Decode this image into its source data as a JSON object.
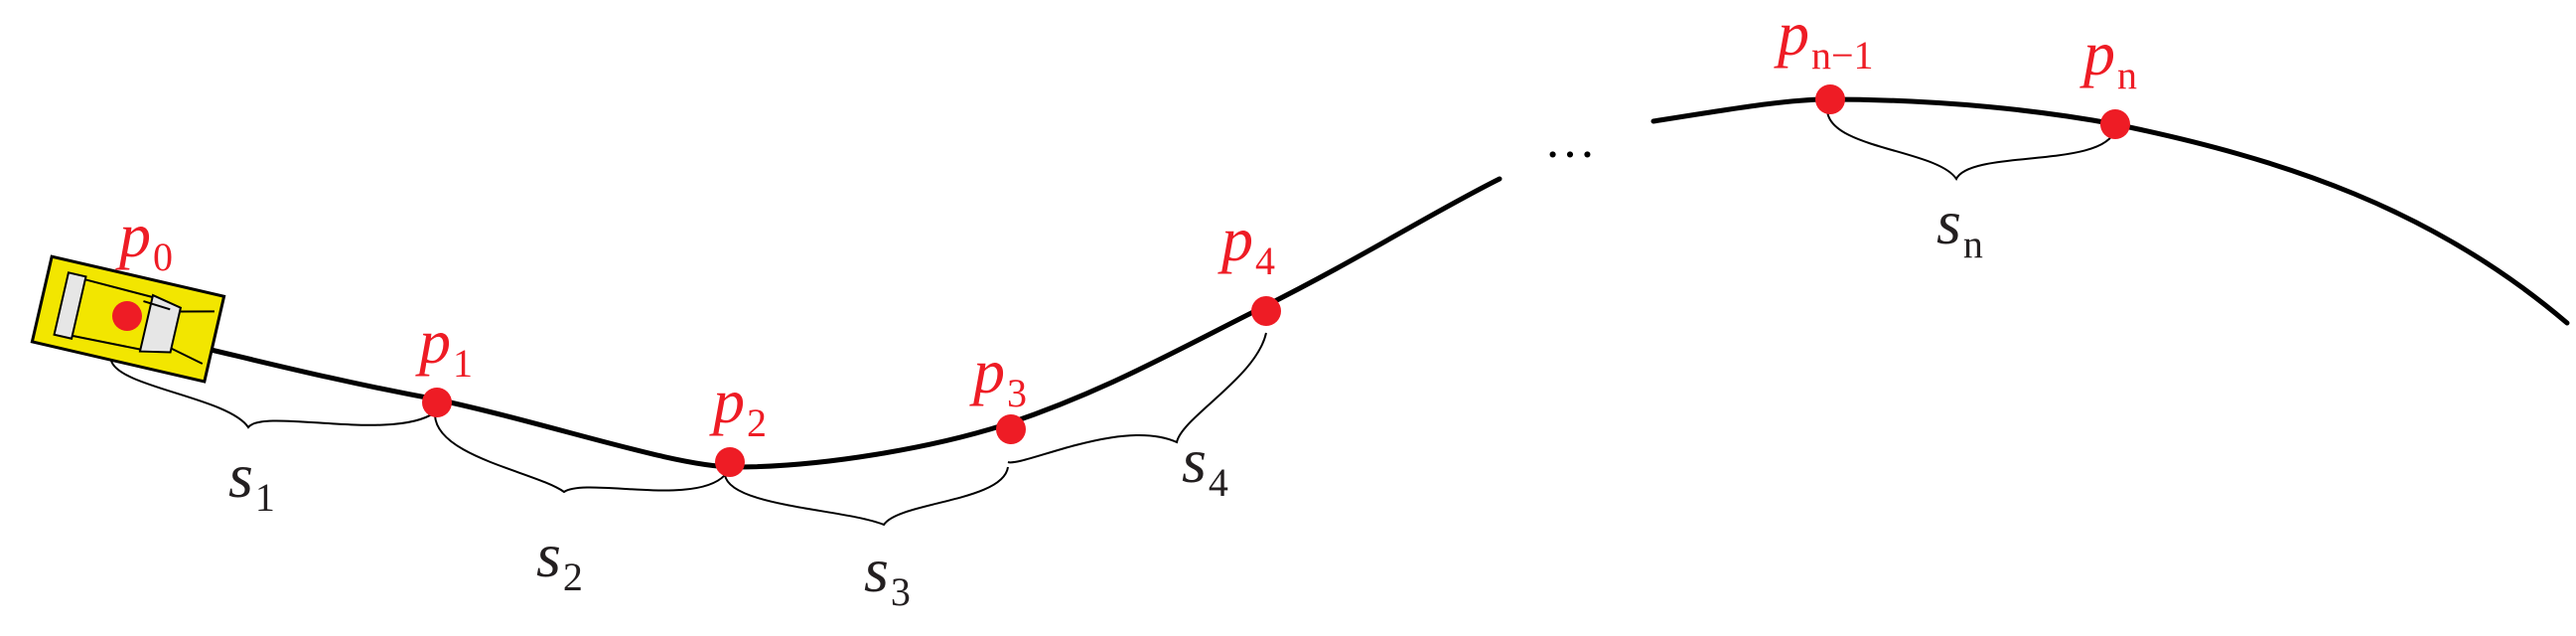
{
  "points": [
    {
      "var": "p",
      "sub": "0"
    },
    {
      "var": "p",
      "sub": "1"
    },
    {
      "var": "p",
      "sub": "2"
    },
    {
      "var": "p",
      "sub": "3"
    },
    {
      "var": "p",
      "sub": "4"
    },
    {
      "var": "p",
      "sub": "n−1"
    },
    {
      "var": "p",
      "sub": "n"
    }
  ],
  "segments": [
    {
      "var": "s",
      "sub": "1"
    },
    {
      "var": "s",
      "sub": "2"
    },
    {
      "var": "s",
      "sub": "3"
    },
    {
      "var": "s",
      "sub": "4"
    },
    {
      "var": "s",
      "sub": "n"
    }
  ],
  "ellipsis": "…",
  "colors": {
    "point": "#ee1c25",
    "curve": "#000000",
    "car_body": "#f2e600",
    "car_window": "#e6e6e6",
    "text": "#231f20"
  },
  "icons": {
    "vehicle": "car-top-view-icon"
  }
}
